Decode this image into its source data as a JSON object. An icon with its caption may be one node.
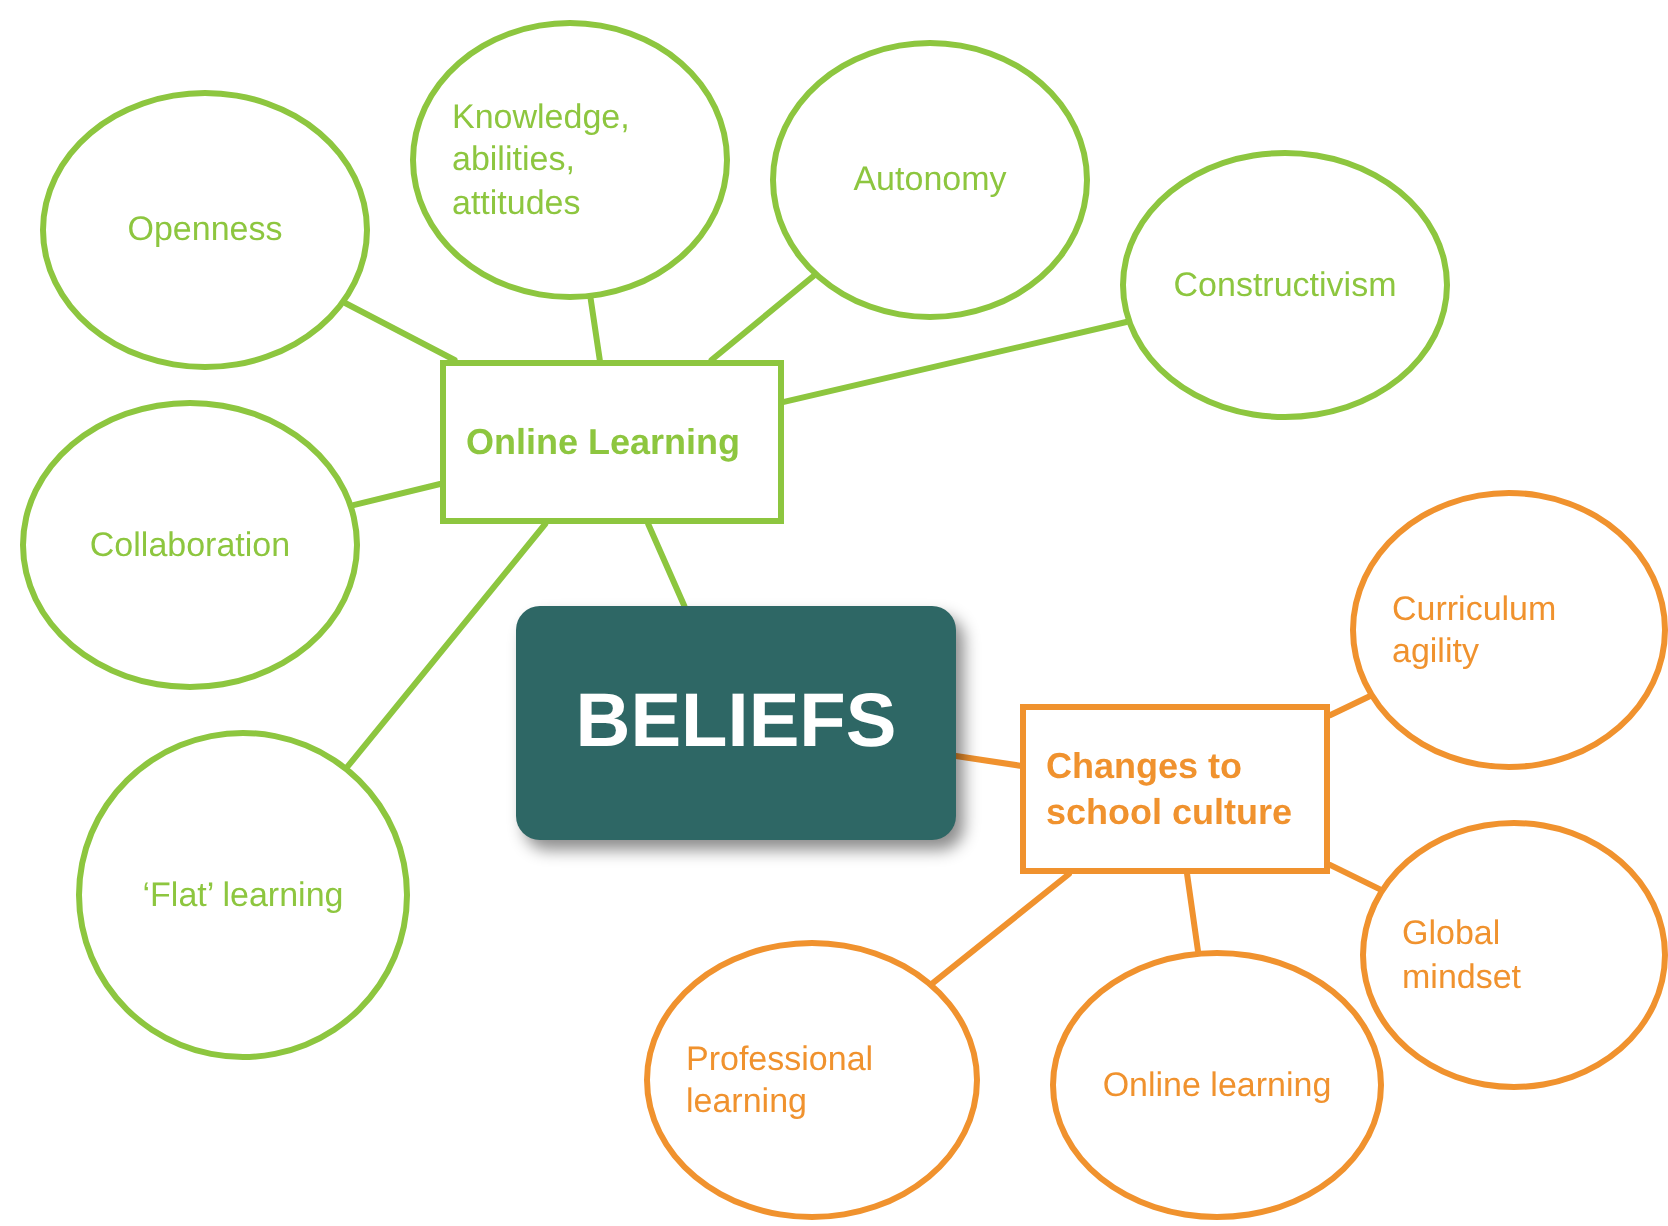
{
  "diagram": {
    "nodes": [
      {
        "text": [
          "BELIEFS"
        ]
      },
      {
        "text": [
          "Online Learning"
        ]
      },
      {
        "text": [
          "Openness"
        ]
      },
      {
        "text": [
          "Knowledge, abilities, attitudes"
        ]
      },
      {
        "text": [
          "Autonomy"
        ]
      },
      {
        "text": [
          "Constructivism"
        ]
      },
      {
        "text": [
          "Collaboration"
        ]
      },
      {
        "text": [
          "‘Flat’ learning"
        ]
      },
      {
        "text": [
          "Changes to school culture"
        ]
      },
      {
        "text": [
          "Curriculum agility"
        ]
      },
      {
        "text": [
          "Global mindset"
        ]
      },
      {
        "text": [
          "Professional learning"
        ]
      },
      {
        "text": [
          "Online learning"
        ]
      }
    ],
    "edges": [
      {
        "from": 0,
        "to": 1,
        "arrow": "none"
      },
      {
        "from": 1,
        "to": 2,
        "arrow": "none"
      },
      {
        "from": 1,
        "to": 3,
        "arrow": "none"
      },
      {
        "from": 1,
        "to": 4,
        "arrow": "none"
      },
      {
        "from": 1,
        "to": 5,
        "arrow": "none"
      },
      {
        "from": 1,
        "to": 6,
        "arrow": "none"
      },
      {
        "from": 1,
        "to": 7,
        "arrow": "none"
      },
      {
        "from": 0,
        "to": 8,
        "arrow": "none",
        "color": "#f0922e"
      },
      {
        "from": 8,
        "to": 9,
        "arrow": "none",
        "color": "#f0922e"
      },
      {
        "from": 8,
        "to": 10,
        "arrow": "none",
        "color": "#f0922e"
      },
      {
        "from": 8,
        "to": 11,
        "arrow": "none",
        "color": "#f0922e"
      },
      {
        "from": 8,
        "to": 12,
        "arrow": "none",
        "color": "#f0922e"
      }
    ]
  }
}
